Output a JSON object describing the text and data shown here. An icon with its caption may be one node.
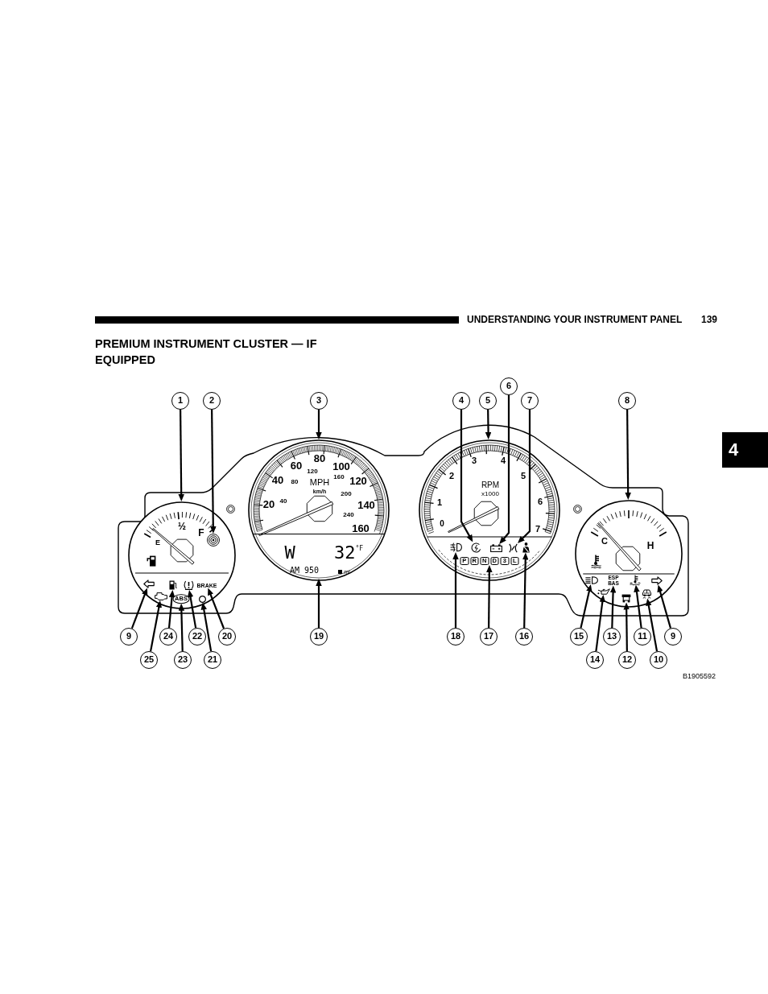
{
  "diagram": {
    "title": "PREMIUM INSTRUMENT CLUSTER — IF EQUIPPED",
    "nodes": [
      {
        "text": [
          "1"
        ]
      },
      {
        "text": [
          "2"
        ]
      },
      {
        "text": [
          "3"
        ]
      },
      {
        "text": [
          "4"
        ]
      },
      {
        "text": [
          "5"
        ]
      },
      {
        "text": [
          "6"
        ]
      },
      {
        "text": [
          "7"
        ]
      },
      {
        "text": [
          "8"
        ]
      },
      {
        "text": [],
        "shape": "circle"
      },
      {
        "text": [],
        "shape": "circle",
        "in": 8
      },
      {
        "text": [],
        "shape": "picture",
        "in": 8
      },
      {
        "text": [],
        "shape": "picture",
        "in": 8
      },
      {
        "text": [],
        "shape": "picture",
        "in": 8
      },
      {
        "text": [
          "BRAKE"
        ],
        "in": 8
      },
      {
        "text": [],
        "shape": "picture",
        "in": 8
      },
      {
        "text": [
          "ABS"
        ],
        "in": 8
      },
      {
        "text": [],
        "shape": "circle",
        "in": 8
      },
      {
        "text": [],
        "shape": "circle"
      },
      {
        "text": [
          "W",
          "32$^{°F}$",
          "AM 950",
          "mi"
        ],
        "in": 17
      },
      {
        "text": [],
        "shape": "circle"
      },
      {
        "text": [],
        "shape": "picture",
        "in": 19
      },
      {
        "text": [],
        "shape": "picture",
        "in": 19
      },
      {
        "text": [],
        "shape": "picture",
        "in": 19
      },
      {
        "text": [],
        "shape": "picture",
        "in": 19
      },
      {
        "text": [],
        "shape": "picture",
        "in": 19
      },
      {
        "text": [
          "P",
          "R",
          "N",
          "D",
          "3",
          "L"
        ],
        "in": 19
      },
      {
        "text": [],
        "shape": "circle"
      },
      {
        "text": [],
        "shape": "picture",
        "in": 26
      },
      {
        "text": [
          "ESP BAS"
        ],
        "in": 26
      },
      {
        "text": [],
        "shape": "picture",
        "in": 26
      },
      {
        "text": [],
        "shape": "picture",
        "in": 26
      },
      {
        "text": [],
        "shape": "picture",
        "in": 26
      },
      {
        "text": [],
        "shape": "picture",
        "in": 26
      },
      {
        "text": [],
        "shape": "picture",
        "in": 26
      },
      {
        "text": [
          "9"
        ]
      },
      {
        "text": [
          "24"
        ]
      },
      {
        "text": [
          "22"
        ]
      },
      {
        "text": [
          "20"
        ]
      },
      {
        "text": [
          "19"
        ]
      },
      {
        "text": [
          "18"
        ]
      },
      {
        "text": [
          "17"
        ]
      },
      {
        "text": [
          "16"
        ]
      },
      {
        "text": [
          "15"
        ]
      },
      {
        "text": [
          "13"
        ]
      },
      {
        "text": [
          "11"
        ]
      },
      {
        "text": [
          "9"
        ]
      },
      {
        "text": [
          "25"
        ]
      },
      {
        "text": [
          "23"
        ]
      },
      {
        "text": [
          "21"
        ]
      },
      {
        "text": [
          "14"
        ]
      },
      {
        "text": [
          "12"
        ]
      },
      {
        "text": [
          "10"
        ]
      }
    ],
    "edges": [
      {
        "from": 0,
        "to": 8,
        "arrow": "to"
      },
      {
        "from": 1,
        "to": 9,
        "arrow": "to"
      },
      {
        "from": 2,
        "to": 17,
        "arrow": "to"
      },
      {
        "from": 3,
        "to": 21,
        "arrow": "to"
      },
      {
        "from": 4,
        "to": 19,
        "arrow": "to"
      },
      {
        "from": 5,
        "to": 22,
        "arrow": "to"
      },
      {
        "from": 6,
        "to": 23,
        "arrow": "to"
      },
      {
        "from": 7,
        "to": 26,
        "arrow": "to"
      },
      {
        "from": 34,
        "to": 10,
        "arrow": "to"
      },
      {
        "from": 35,
        "to": 11,
        "arrow": "to"
      },
      {
        "from": 36,
        "to": 12,
        "arrow": "to"
      },
      {
        "from": 37,
        "to": 13,
        "arrow": "to"
      },
      {
        "from": 38,
        "to": 18,
        "arrow": "to"
      },
      {
        "from": 39,
        "to": 20,
        "arrow": "to"
      },
      {
        "from": 40,
        "to": 25,
        "arrow": "to"
      },
      {
        "from": 41,
        "to": 24,
        "arrow": "to"
      },
      {
        "from": 42,
        "to": 27,
        "arrow": "to"
      },
      {
        "from": 43,
        "to": 28,
        "arrow": "to"
      },
      {
        "from": 44,
        "to": 29,
        "arrow": "to"
      },
      {
        "from": 45,
        "to": 30,
        "arrow": "to"
      },
      {
        "from": 46,
        "to": 14,
        "arrow": "to"
      },
      {
        "from": 47,
        "to": 15,
        "arrow": "to"
      },
      {
        "from": 48,
        "to": 16,
        "arrow": "to"
      },
      {
        "from": 49,
        "to": 31,
        "arrow": "to"
      },
      {
        "from": 50,
        "to": 32,
        "arrow": "to"
      },
      {
        "from": 51,
        "to": 33,
        "arrow": "to"
      }
    ],
    "labels": [
      "UNDERSTANDING YOUR INSTRUMENT PANEL",
      "139",
      "4",
      "½",
      "E",
      "F",
      "80",
      "60",
      "100",
      "40",
      "120",
      "20",
      "140",
      "160",
      "120",
      "80",
      "160",
      "MPH",
      "km/h",
      "40",
      "200",
      "240",
      "3",
      "4",
      "2",
      "5",
      "RPM",
      "x1000",
      "1",
      "6",
      "0",
      "7",
      "C",
      "H",
      "B1905592"
    ]
  }
}
